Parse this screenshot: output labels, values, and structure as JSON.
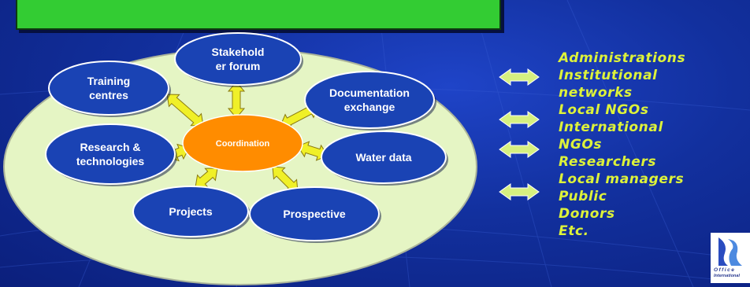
{
  "center": {
    "label": "Coordination"
  },
  "nodes": [
    {
      "key": "stakeholder",
      "lines": [
        "Stakehold",
        "er forum"
      ]
    },
    {
      "key": "training",
      "lines": [
        "Training",
        "centres"
      ]
    },
    {
      "key": "documentation",
      "lines": [
        "Documentation",
        "exchange"
      ]
    },
    {
      "key": "research",
      "lines": [
        "Research &",
        "technologies"
      ]
    },
    {
      "key": "waterdata",
      "lines": [
        "Water data"
      ]
    },
    {
      "key": "projects",
      "lines": [
        "Projects"
      ]
    },
    {
      "key": "prospective",
      "lines": [
        "Prospective"
      ]
    }
  ],
  "actors": [
    "Administrations",
    "Institutional networks",
    "Local NGOs",
    "International NGOs",
    "Researchers",
    "Local managers",
    "Public",
    "Donors",
    "Etc."
  ],
  "colors": {
    "background": "#12309e",
    "banner": "#33cc33",
    "outer_ellipse": "#e5f5c4",
    "node_fill": "#1a43b4",
    "center_fill": "#ff8c00",
    "arrow_fill": "#f0f028",
    "actor_text": "#ddf23a",
    "side_arrow": "#d6f080"
  },
  "logo": {
    "line1": "Office",
    "line2": "International"
  }
}
